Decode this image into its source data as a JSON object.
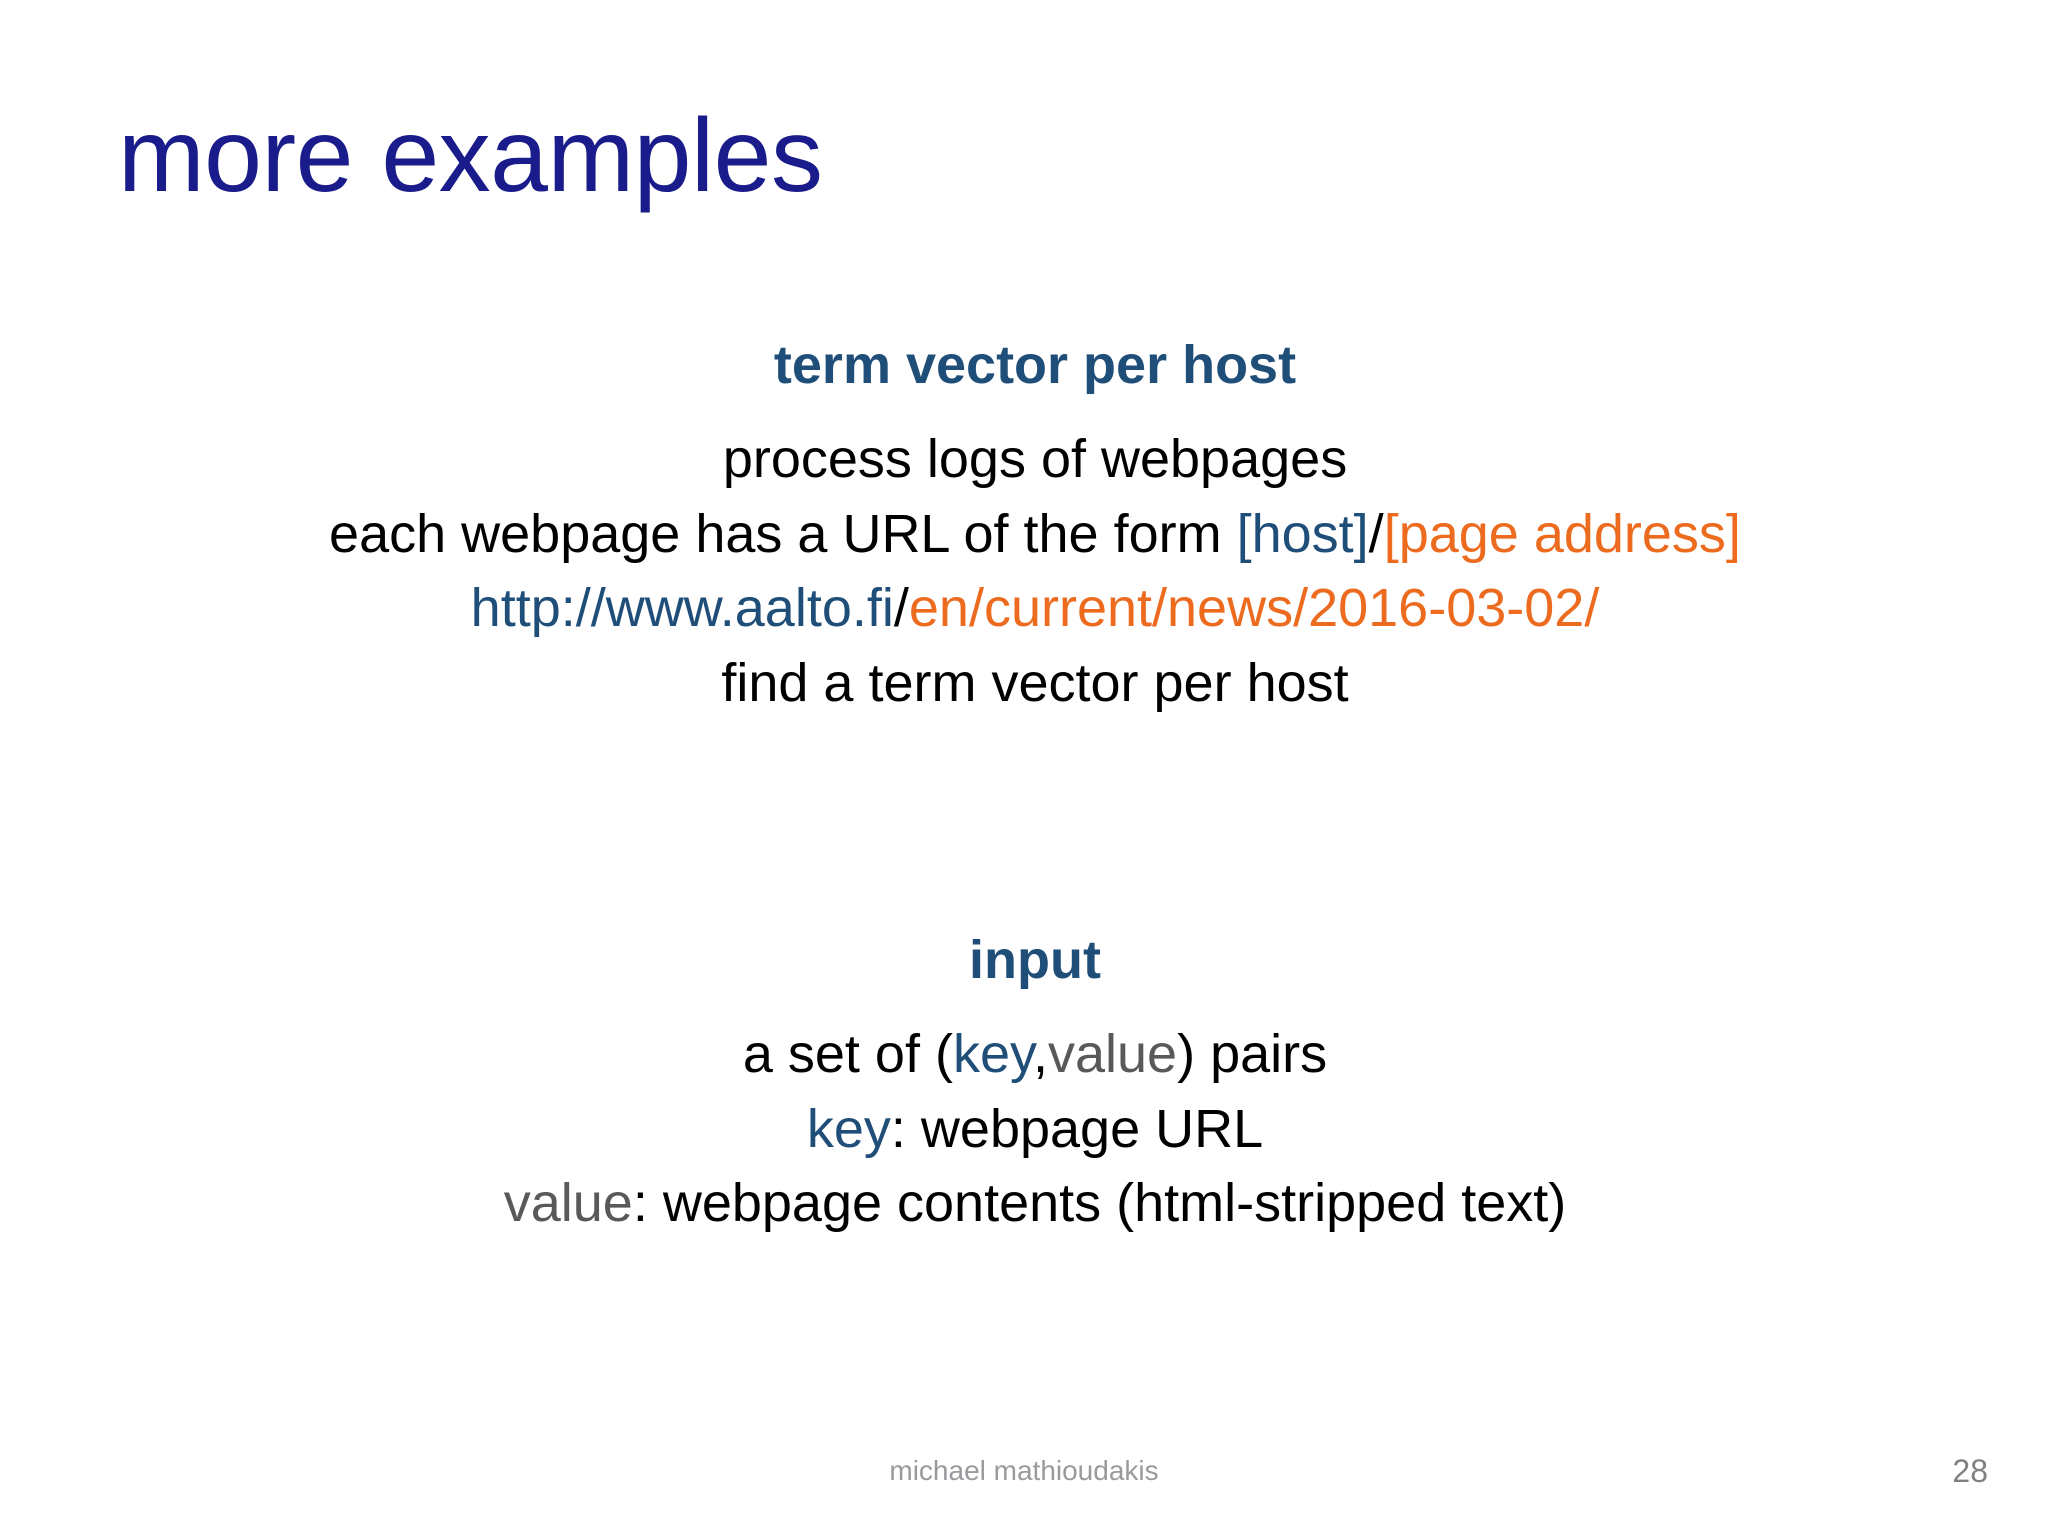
{
  "slide": {
    "title": "more examples",
    "background_color": "#ffffff",
    "title_color": "#191C8A",
    "accent_blue": "#1F4E79",
    "accent_orange": "#ED6B1F",
    "accent_gray": "#595959"
  },
  "sections": [
    {
      "heading": "term vector per host",
      "lines": [
        {
          "id": "process-logs",
          "text": "process logs of webpages",
          "parts": [
            {
              "text": "process logs of webpages",
              "color": "black"
            }
          ]
        },
        {
          "id": "url-form",
          "text": "each webpage has a URL of the form [host]/[page address]",
          "parts": [
            {
              "text": "each webpage has a URL of the form ",
              "color": "black"
            },
            {
              "text": "[host]",
              "color": "blue"
            },
            {
              "text": "/",
              "color": "black"
            },
            {
              "text": "[page address]",
              "color": "orange"
            }
          ]
        },
        {
          "id": "url-example",
          "text": "http://www.aalto.fi/en/current/news/2016-03-02/",
          "parts": [
            {
              "text": "http://www.aalto.fi",
              "color": "blue"
            },
            {
              "text": "/",
              "color": "black"
            },
            {
              "text": "en/current/news/2016-03-02/",
              "color": "orange"
            }
          ]
        },
        {
          "id": "find-term-vector",
          "text": "find a term vector per host",
          "parts": [
            {
              "text": "find a term vector per host",
              "color": "black"
            }
          ]
        }
      ]
    },
    {
      "heading": "input",
      "lines": [
        {
          "id": "kv-pairs",
          "text": "a set of (key,value) pairs",
          "parts": [
            {
              "text": "a set of (",
              "color": "black"
            },
            {
              "text": "key",
              "color": "blue"
            },
            {
              "text": ",",
              "color": "black"
            },
            {
              "text": "value",
              "color": "gray"
            },
            {
              "text": ") pairs",
              "color": "black"
            }
          ]
        },
        {
          "id": "key-desc",
          "text": "key: webpage URL",
          "parts": [
            {
              "text": "key",
              "color": "blue"
            },
            {
              "text": ": webpage URL",
              "color": "black"
            }
          ]
        },
        {
          "id": "value-desc",
          "text": "value: webpage contents (html-stripped text)",
          "parts": [
            {
              "text": "value",
              "color": "gray"
            },
            {
              "text": ": webpage contents (html-stripped text)",
              "color": "black"
            }
          ]
        }
      ]
    }
  ],
  "footer": {
    "author": "michael mathioudakis",
    "page_number": "28"
  }
}
